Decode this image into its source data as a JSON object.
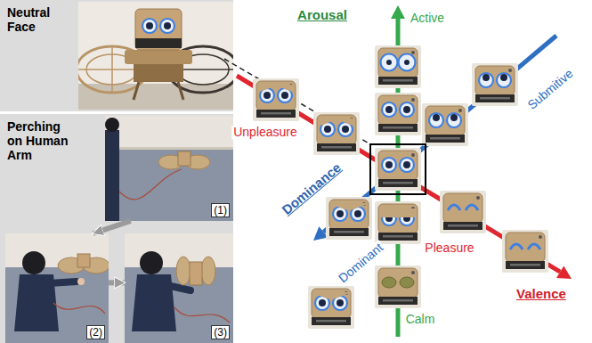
{
  "diagram": {
    "nodes": [
      {
        "text": [
          "Neutral Face"
        ]
      },
      {
        "text": [
          "Perching on Human Arm"
        ]
      },
      {
        "text": [
          "(1)"
        ],
        "in": 1
      },
      {
        "text": [
          "(2)"
        ],
        "in": 1
      },
      {
        "text": [
          "(3)"
        ],
        "in": 1
      }
    ],
    "edges": [
      {
        "from": 2,
        "to": 3,
        "arrow": "to"
      },
      {
        "from": 3,
        "to": 4,
        "arrow": "to"
      }
    ],
    "labels": [
      "Arousal",
      "Active",
      "Submitive",
      "Unpleasure",
      "Dominance",
      "Dominant",
      "Calm",
      "Pleasure",
      "Valence"
    ]
  }
}
